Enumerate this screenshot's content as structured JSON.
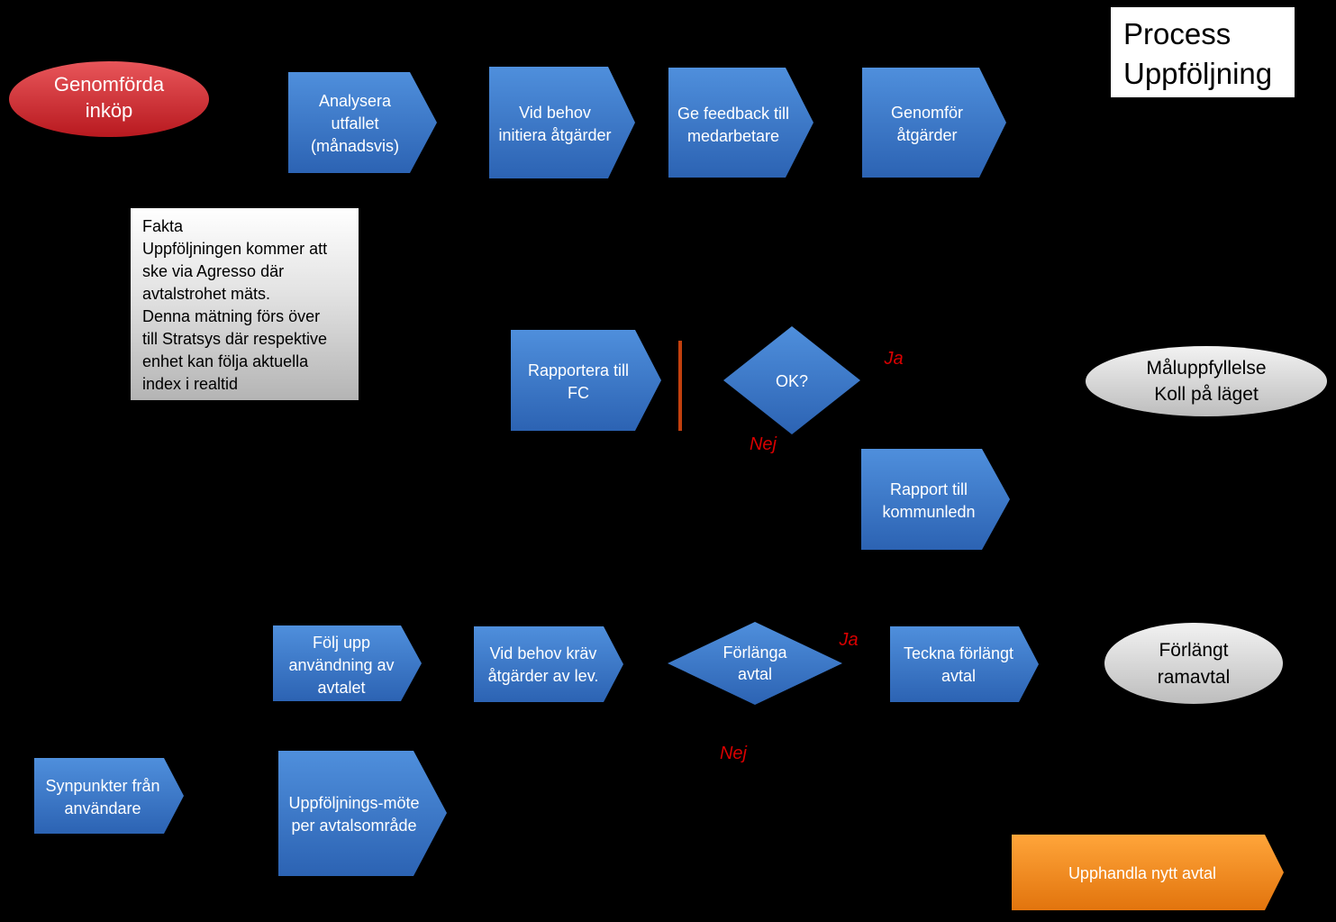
{
  "title": [
    "Process",
    "Uppföljning"
  ],
  "start": {
    "lines": [
      "Genomförda",
      "inköp"
    ]
  },
  "top_row": [
    {
      "lines": [
        "Analysera",
        "utfallet",
        "(månadsvis)"
      ]
    },
    {
      "lines": [
        "Vid behov",
        "initiera åtgärder"
      ]
    },
    {
      "lines": [
        "Ge feedback till",
        "medarbetare"
      ]
    },
    {
      "lines": [
        "Genomför",
        "åtgärder"
      ]
    }
  ],
  "fakta": {
    "heading": "Fakta",
    "body": "Uppföljningen kommer att\nske via Agresso där\navtalstrohet mäts.\nDenna mätning förs över\ntill Stratsys där respektive\nenhet kan följa aktuella\nindex i realtid"
  },
  "middle": {
    "report_fc": {
      "lines": [
        "Rapportera till",
        "FC"
      ]
    },
    "decision": {
      "lines": [
        "OK?"
      ]
    },
    "yes": "Ja",
    "no": "Nej",
    "goal": {
      "lines": [
        "Måluppfyllelse",
        "Koll på läget"
      ]
    },
    "report_kommun": {
      "lines": [
        "Rapport till",
        "kommunledn"
      ]
    }
  },
  "bottom": {
    "follow_up": {
      "lines": [
        "Följ upp",
        "användning av",
        "avtalet"
      ]
    },
    "demand": {
      "lines": [
        "Vid behov kräv",
        "åtgärder av lev."
      ]
    },
    "decision": {
      "lines": [
        "Förlänga",
        "avtal"
      ]
    },
    "yes": "Ja",
    "no": "Nej",
    "sign": {
      "lines": [
        "Teckna förlängt",
        "avtal"
      ]
    },
    "extended": {
      "lines": [
        "Förlängt",
        "ramavtal"
      ]
    },
    "user_views": {
      "lines": [
        "Synpunkter från",
        "användare"
      ]
    },
    "meeting": {
      "lines": [
        "Uppföljnings-möte",
        "per avtalsområde"
      ]
    },
    "new_procurement": {
      "lines": [
        "Upphandla nytt avtal"
      ]
    }
  }
}
